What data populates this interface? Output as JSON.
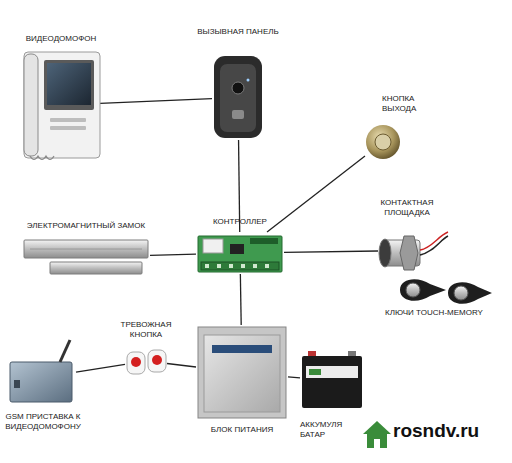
{
  "diagram": {
    "nodes": [
      {
        "text": [
          "ВИДЕОДОМОФОН"
        ]
      },
      {
        "text": [
          "ВЫЗЫВНАЯ ПАНЕЛЬ"
        ]
      },
      {
        "text": [
          "КНОПКА ВЫХОДА"
        ]
      },
      {
        "text": [
          "ЭЛЕКТРОМАГНИТНЫЙ ЗАМОК"
        ]
      },
      {
        "text": [
          "КОНТРОЛЛЕР"
        ]
      },
      {
        "text": [
          "КОНТАКТНАЯ ПЛОЩАДКА"
        ]
      },
      {
        "text": [
          "ТРЕВОЖНАЯ КНОПКА"
        ]
      },
      {
        "text": [
          "БЛОК ПИТАНИЯ"
        ]
      },
      {
        "text": [
          "КЛЮЧИ TOUCH-MEMORY"
        ]
      },
      {
        "text": [
          "GSM ПРИСТАВКА К ВИДЕОДОМОФОНУ"
        ]
      },
      {
        "text": [
          "АККУМУЛЯ БАТАР"
        ]
      }
    ],
    "edges": [
      {
        "from": 0,
        "to": 1,
        "arrow": "none"
      },
      {
        "from": 1,
        "to": 4,
        "arrow": "none"
      },
      {
        "from": 2,
        "to": 4,
        "arrow": "none"
      },
      {
        "from": 3,
        "to": 4,
        "arrow": "none"
      },
      {
        "from": 4,
        "to": 5,
        "arrow": "none"
      },
      {
        "from": 4,
        "to": 7,
        "arrow": "none"
      },
      {
        "from": 6,
        "to": 7,
        "arrow": "none"
      },
      {
        "from": 9,
        "to": 6,
        "arrow": "none"
      },
      {
        "from": 7,
        "to": 10,
        "arrow": "none"
      }
    ],
    "labels": [
      "rosndv.ru"
    ]
  }
}
